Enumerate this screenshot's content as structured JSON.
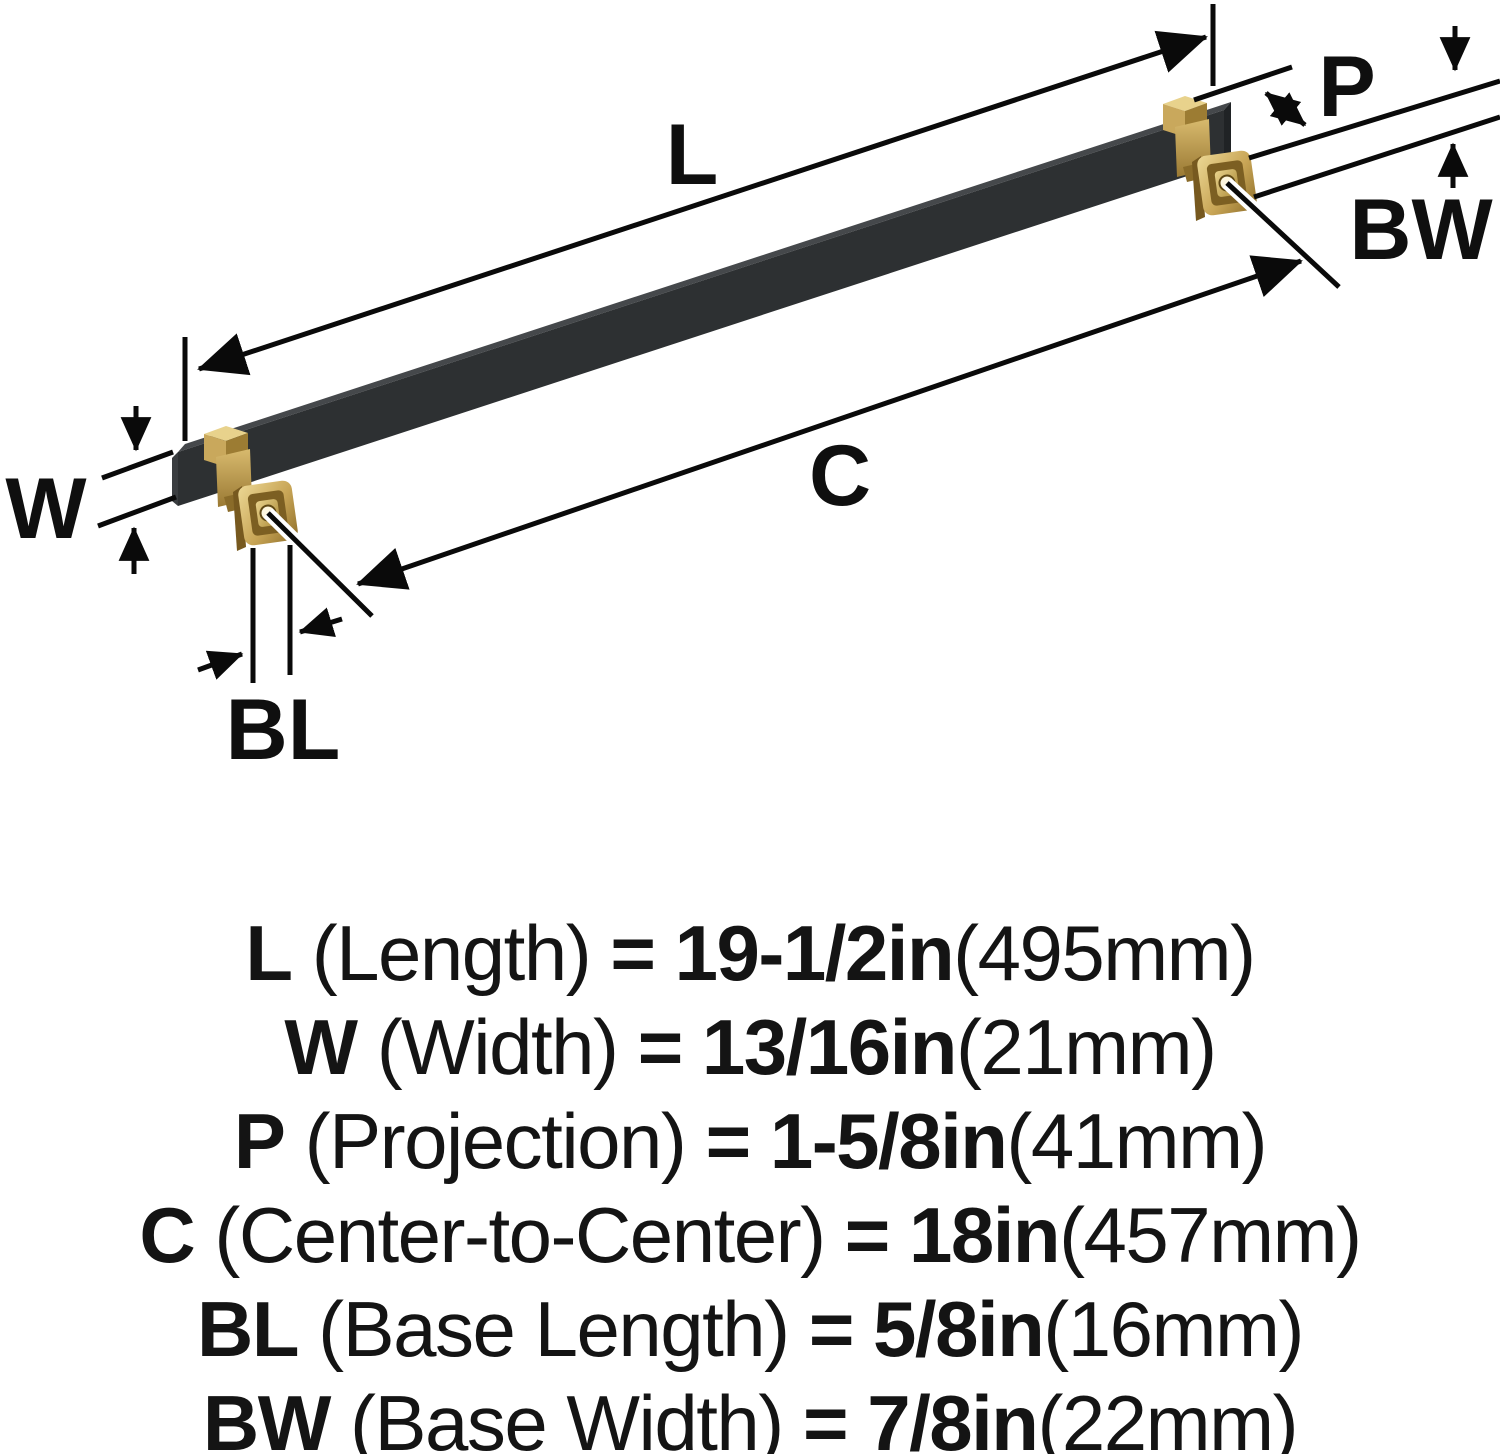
{
  "diagram": {
    "dimension_labels": {
      "length": "L",
      "center_to_center": "C",
      "width": "W",
      "projection": "P",
      "base_length": "BL",
      "base_width": "BW"
    },
    "colors": {
      "bar_front": "#2d3032",
      "bar_top": "#45484b",
      "bar_end_left": "#3a3d40",
      "bar_end_right": "#202325",
      "brass_light": "#ecd794",
      "brass_mid": "#c8a556",
      "brass_dark": "#8f6f2a",
      "line": "#0a0a0a"
    }
  },
  "specs": [
    {
      "code": "L",
      "name": "(Length)",
      "value": "= 19-1/2in",
      "metric": "(495mm)"
    },
    {
      "code": "W",
      "name": "(Width)",
      "value": "= 13/16in",
      "metric": "(21mm)"
    },
    {
      "code": "P",
      "name": "(Projection)",
      "value": "= 1-5/8in",
      "metric": "(41mm)"
    },
    {
      "code": "C",
      "name": "(Center-to-Center)",
      "value": "= 18in",
      "metric": "(457mm)"
    },
    {
      "code": "BL",
      "name": "(Base Length)",
      "value": "= 5/8in",
      "metric": "(16mm)"
    },
    {
      "code": "BW",
      "name": "(Base Width)",
      "value": "= 7/8in",
      "metric": "(22mm)"
    }
  ]
}
